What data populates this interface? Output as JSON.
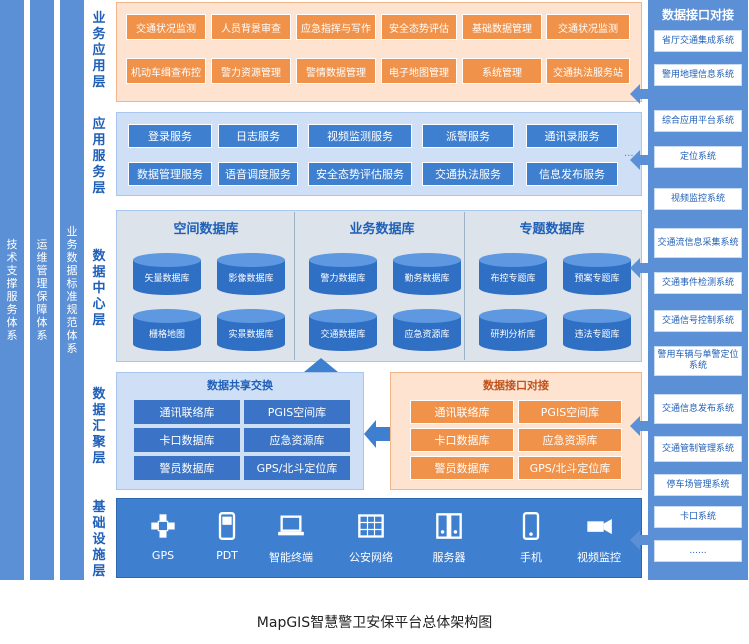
{
  "left_columns": [
    {
      "text": "技术支撑服务体系"
    },
    {
      "text": "运维管理保障体系"
    },
    {
      "text": "业务数据标准规范体系"
    }
  ],
  "layers": {
    "business_app": "业务应用层",
    "app_service": "应用服务层",
    "data_center": "数据中心层",
    "data_collect": "数据汇聚层",
    "infrastructure": "基础设施层"
  },
  "business_apps": [
    "交通状况监测",
    "人员背景审查",
    "应急指挥与写作",
    "安全态势评估",
    "基础数据管理",
    "交通状况监测",
    "机动车缉查布控",
    "警力资源管理",
    "警情数据管理",
    "电子地图管理",
    "系统管理",
    "交通执法服务站"
  ],
  "app_services": [
    "登录服务",
    "日志服务",
    "视频监测服务",
    "派警服务",
    "通讯录服务",
    "数据管理服务",
    "语音调度服务",
    "安全态势评估服务",
    "交通执法服务",
    "信息发布服务"
  ],
  "ellipsis": "...",
  "databases": [
    {
      "title": "空间数据库",
      "items": [
        "矢量数据库",
        "影像数据库",
        "栅格地图",
        "实景数据库"
      ]
    },
    {
      "title": "业务数据库",
      "items": [
        "警力数据库",
        "勤务数据库",
        "交通数据库",
        "应急资源库"
      ]
    },
    {
      "title": "专题数据库",
      "items": [
        "布控专题库",
        "预案专题库",
        "研判分析库",
        "违法专题库"
      ]
    }
  ],
  "data_share": {
    "title": "数据共享交换",
    "items": [
      "通讯联络库",
      "PGIS空间库",
      "卡口数据库",
      "应急资源库",
      "警员数据库",
      "GPS/北斗定位库"
    ]
  },
  "data_interface": {
    "title": "数据接口对接",
    "items": [
      "通讯联络库",
      "PGIS空间库",
      "卡口数据库",
      "应急资源库",
      "警员数据库",
      "GPS/北斗定位库"
    ]
  },
  "infrastructure": [
    {
      "label": "GPS",
      "icon": "satellite-icon"
    },
    {
      "label": "PDT",
      "icon": "handheld-terminal-icon"
    },
    {
      "label": "智能终端",
      "icon": "laptop-icon"
    },
    {
      "label": "公安网络",
      "icon": "network-grid-icon"
    },
    {
      "label": "服务器",
      "icon": "server-icon"
    },
    {
      "label": "手机",
      "icon": "mobile-phone-icon"
    },
    {
      "label": "视频监控",
      "icon": "camera-icon"
    }
  ],
  "right_panel": {
    "title": "数据接口对接",
    "items": [
      "省厅交通集成系统",
      "警用地理信息系统",
      "综合应用平台系统",
      "定位系统",
      "视频监控系统",
      "交通流信息采集系统",
      "交通事件检测系统",
      "交通信号控制系统",
      "警用车辆与单警定位系统",
      "交通信息发布系统",
      "交通管制管理系统",
      "停车场管理系统",
      "卡口系统",
      "......"
    ]
  },
  "caption": "MapGIS智慧警卫安保平台总体架构图",
  "colors": {
    "blue_dark": "#3e7fd0",
    "blue_light": "#cfe0f6",
    "orange": "#f0924a",
    "orange_light": "#fde3d0",
    "label_blue": "#1f5fb8"
  }
}
